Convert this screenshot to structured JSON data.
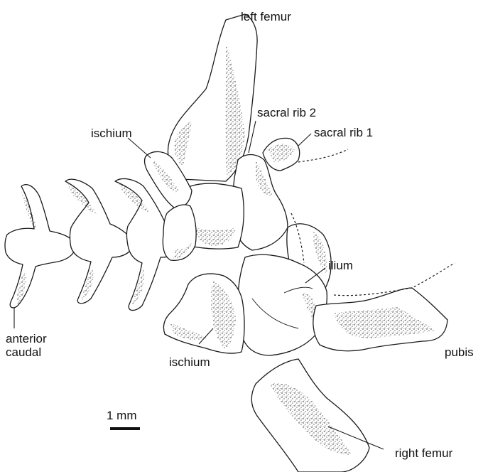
{
  "labels": {
    "left_femur": "left femur",
    "sacral_rib_2": "sacral rib 2",
    "sacral_rib_1": "sacral rib 1",
    "ischium_top": "ischium",
    "ilium": "ilium",
    "anterior_caudal_line1": "anterior",
    "anterior_caudal_line2": "caudal",
    "ischium_bottom": "ischium",
    "pubis": "pubis",
    "right_femur": "right femur"
  },
  "scale_bar": {
    "label": "1 mm"
  },
  "colors": {
    "ink": "#1a1a1a",
    "paper": "#ffffff"
  }
}
